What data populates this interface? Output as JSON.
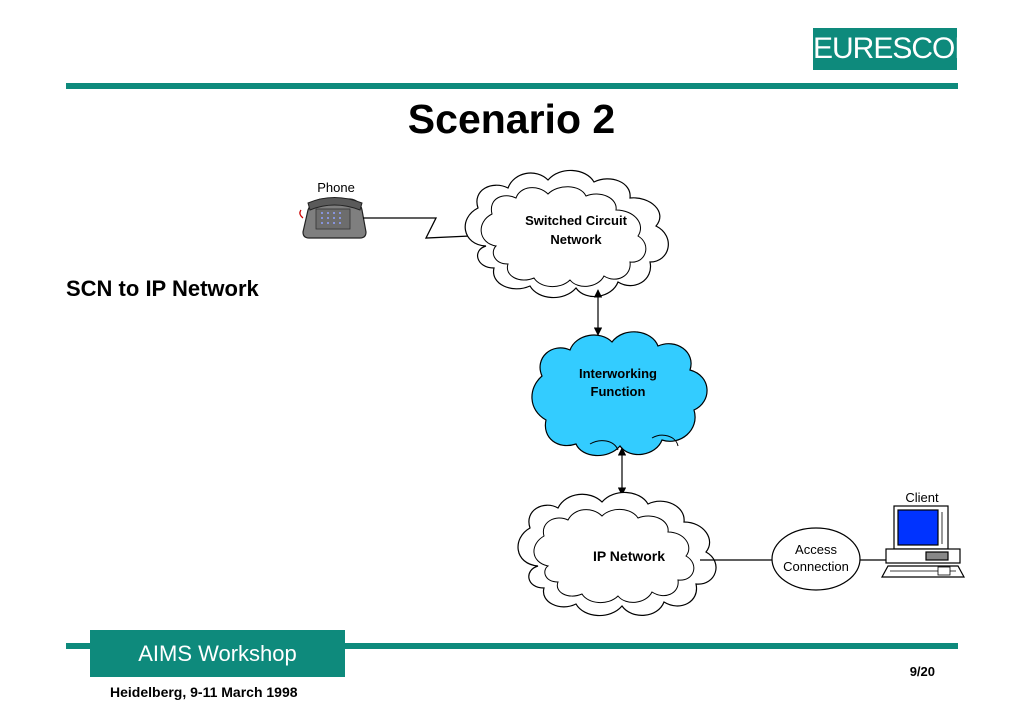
{
  "logo": "EURESCOM",
  "title": "Scenario 2",
  "subtitle": "SCN  to IP Network",
  "diagram": {
    "phone_label": "Phone",
    "scn_cloud_line1": "Switched Circuit",
    "scn_cloud_line2": "Network",
    "iwf_cloud_line1": "Interworking",
    "iwf_cloud_line2": "Function",
    "ip_cloud_label": "IP Network",
    "access_line1": "Access",
    "access_line2": "Connection",
    "client_label": "Client"
  },
  "footer": {
    "workshop": "AIMS Workshop",
    "page": "9/20",
    "location_date": "Heidelberg, 9-11 March 1998"
  },
  "colors": {
    "brand_teal": "#0e8a7c",
    "iwf_cloud_fill": "#33ccff",
    "screen_blue": "#0033ff"
  }
}
